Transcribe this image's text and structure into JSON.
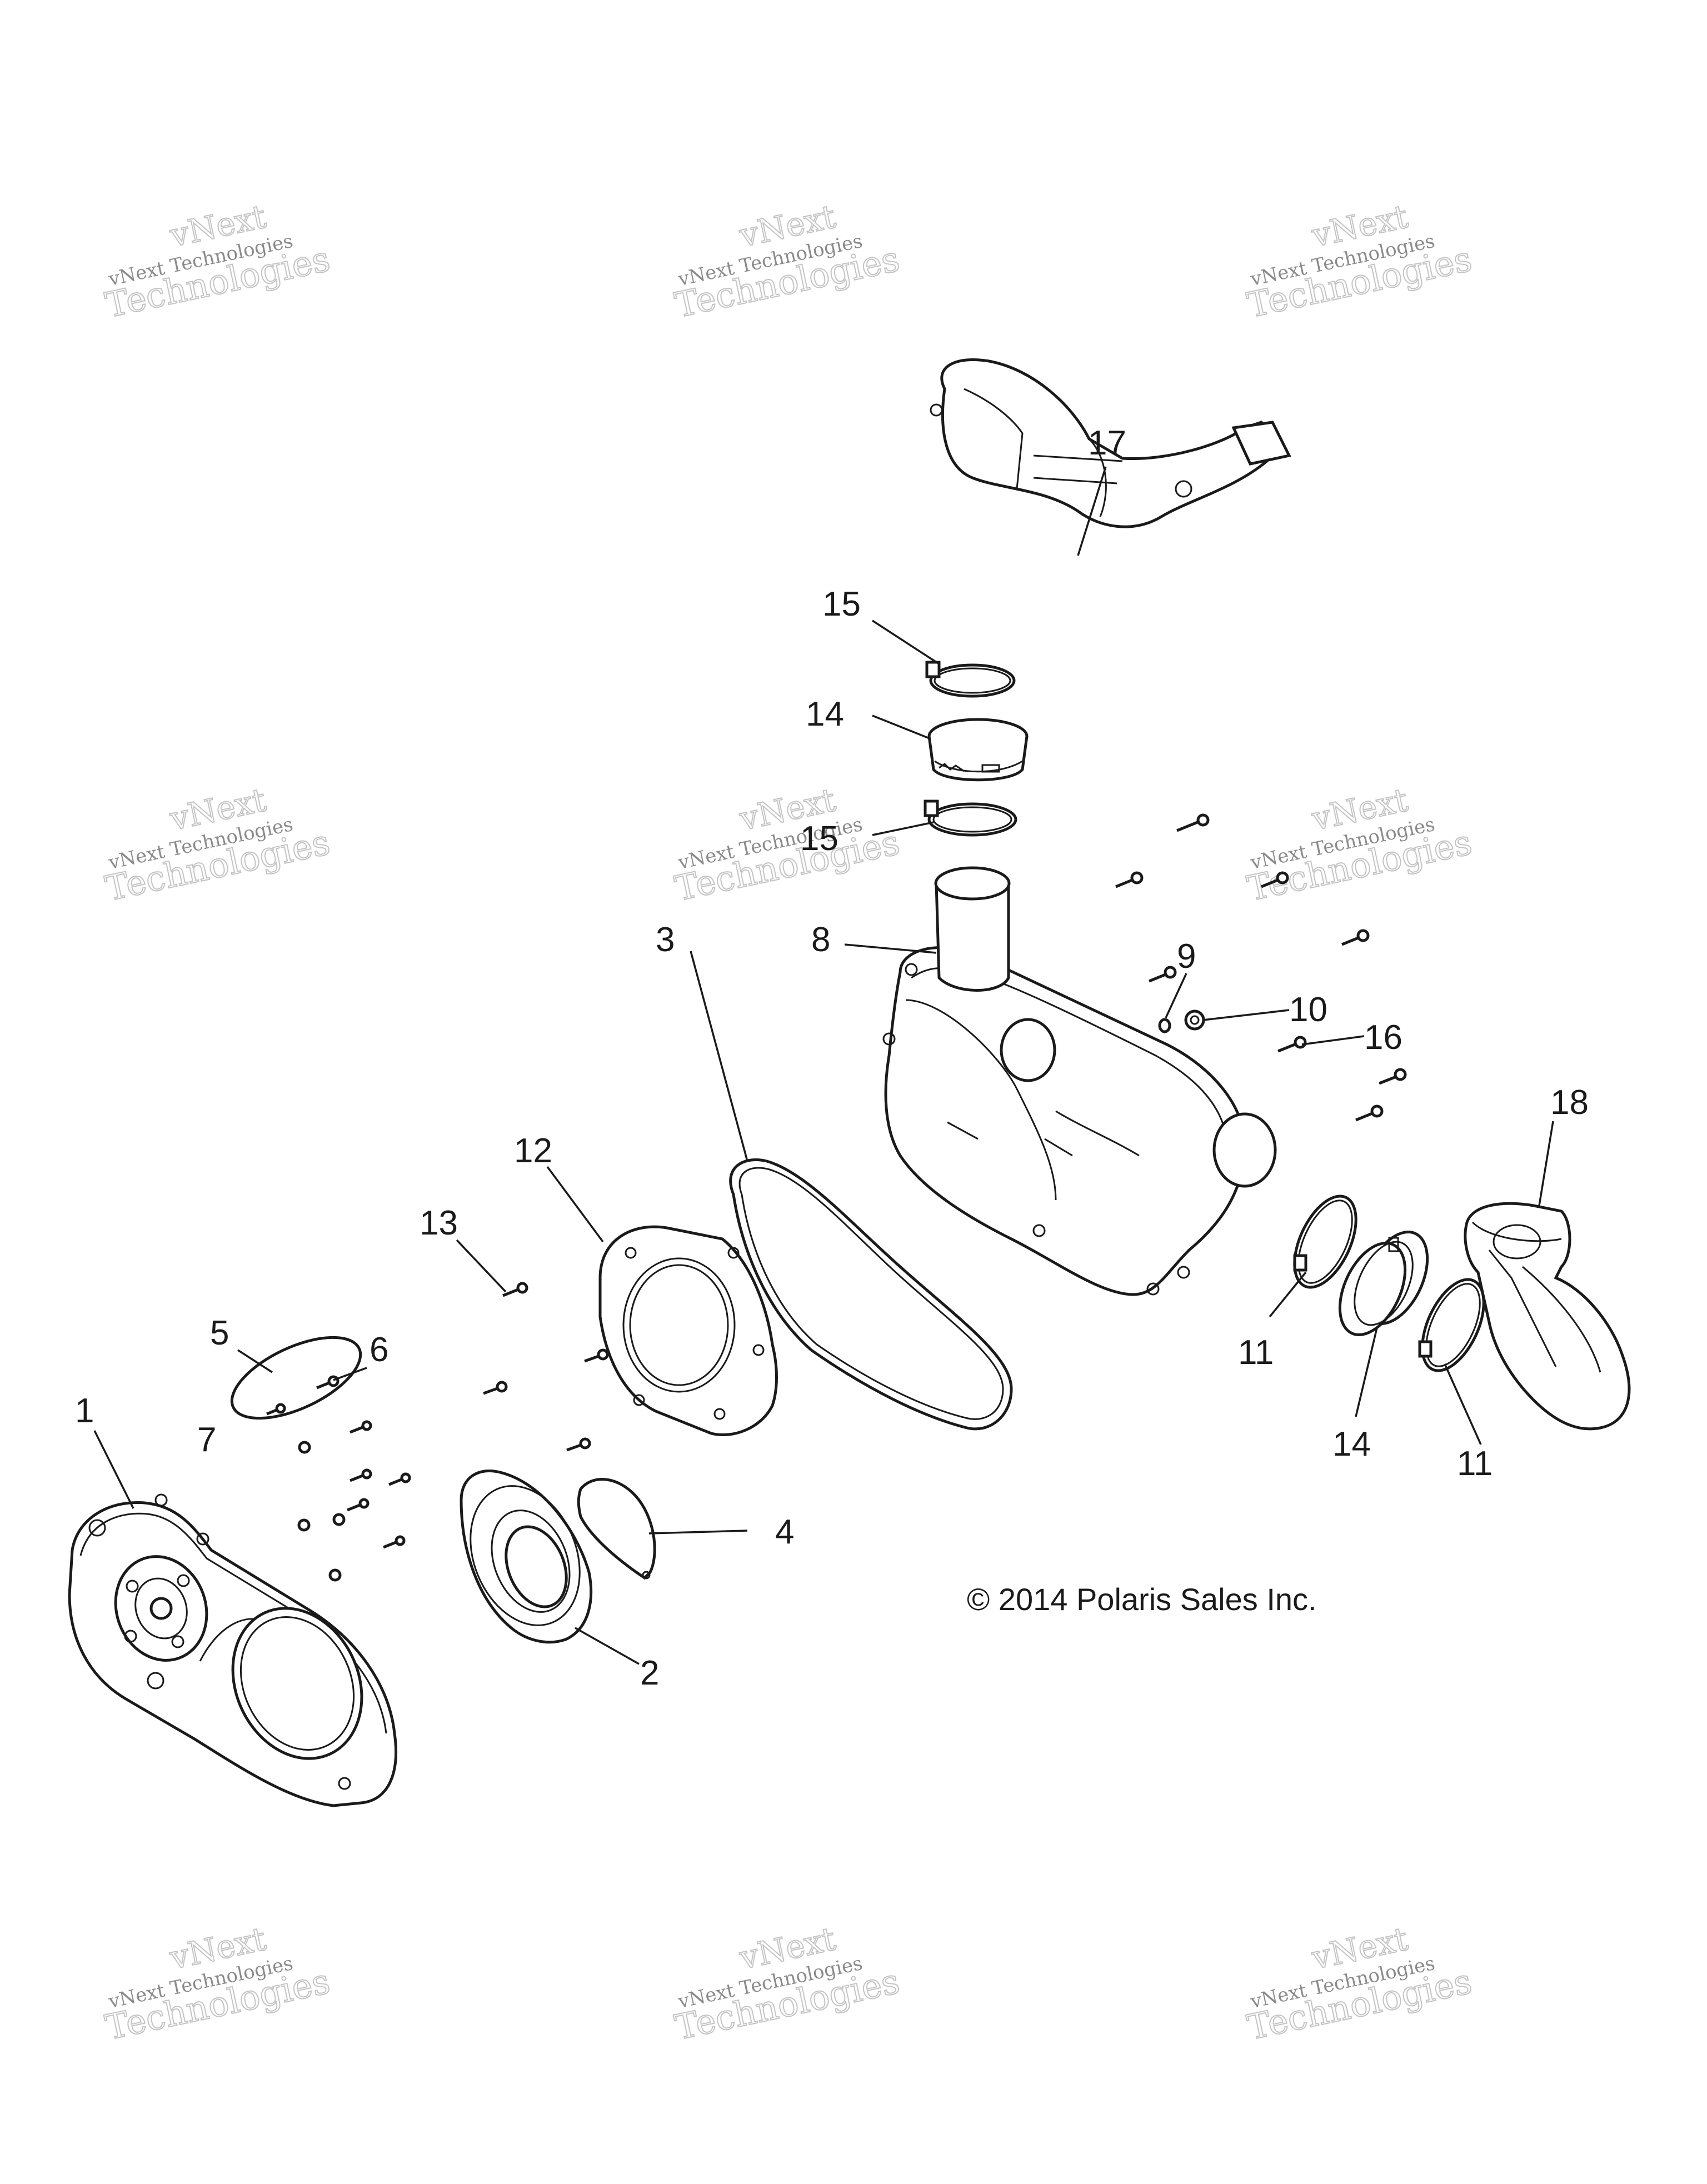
{
  "callouts": [
    {
      "id": "c17",
      "label": "17"
    },
    {
      "id": "c15a",
      "label": "15"
    },
    {
      "id": "c14a",
      "label": "14"
    },
    {
      "id": "c15b",
      "label": "15"
    },
    {
      "id": "c8",
      "label": "8"
    },
    {
      "id": "c9",
      "label": "9"
    },
    {
      "id": "c10",
      "label": "10"
    },
    {
      "id": "c16",
      "label": "16"
    },
    {
      "id": "c3",
      "label": "3"
    },
    {
      "id": "c12",
      "label": "12"
    },
    {
      "id": "c13",
      "label": "13"
    },
    {
      "id": "c18",
      "label": "18"
    },
    {
      "id": "c5",
      "label": "5"
    },
    {
      "id": "c6",
      "label": "6"
    },
    {
      "id": "c1",
      "label": "1"
    },
    {
      "id": "c7",
      "label": "7"
    },
    {
      "id": "c4",
      "label": "4"
    },
    {
      "id": "c2",
      "label": "2"
    },
    {
      "id": "c11a",
      "label": "11"
    },
    {
      "id": "c14b",
      "label": "14"
    },
    {
      "id": "c11b",
      "label": "11"
    }
  ],
  "copyright": "© 2014 Polaris Sales Inc.",
  "watermark": {
    "line0": "vNext",
    "line1": "vNext Technologies",
    "line2": "Technologies"
  }
}
